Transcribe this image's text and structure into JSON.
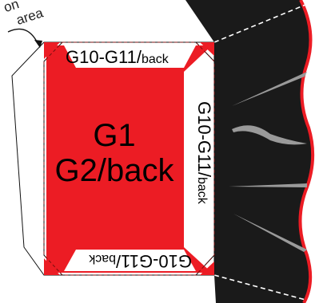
{
  "annotation": {
    "line1": "on",
    "line2": "area"
  },
  "center_label": {
    "line1": "G1",
    "line2": "G2/back"
  },
  "edge_labels": {
    "top": {
      "main": "G10-G11/",
      "suffix": "back"
    },
    "right": {
      "main": "G10-G11/",
      "suffix": "back"
    },
    "bottom": {
      "main": "G10-G11/",
      "suffix": "back"
    }
  },
  "colors": {
    "panel_red": "#ec1c24",
    "dark_panel": "#1a1a1a",
    "stripe_gray": "#9a9a9a",
    "outline": "#111111"
  }
}
